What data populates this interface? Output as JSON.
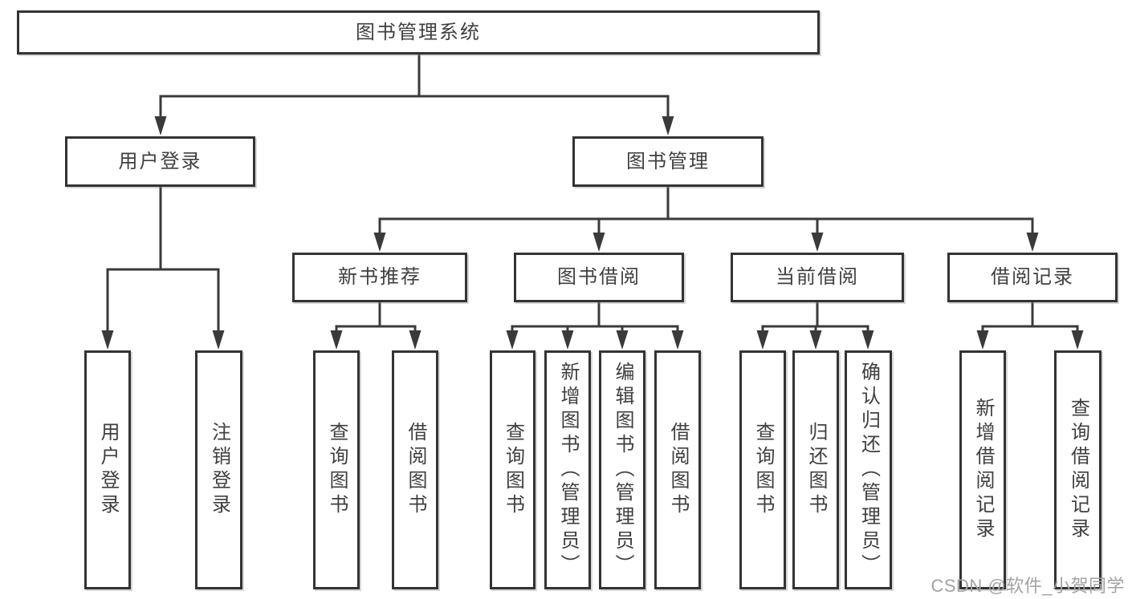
{
  "tree": {
    "label": "图书管理系统",
    "children": [
      {
        "label": "用户登录",
        "children": [
          {
            "label": "用户登录"
          },
          {
            "label": "注销登录"
          }
        ]
      },
      {
        "label": "图书管理",
        "children": [
          {
            "label": "新书推荐",
            "children": [
              {
                "label": "查询图书"
              },
              {
                "label": "借阅图书"
              }
            ]
          },
          {
            "label": "图书借阅",
            "children": [
              {
                "label": "查询图书"
              },
              {
                "label": "新增图书（管理员）"
              },
              {
                "label": "编辑图书（管理员）"
              },
              {
                "label": "借阅图书"
              }
            ]
          },
          {
            "label": "当前借阅",
            "children": [
              {
                "label": "查询图书"
              },
              {
                "label": "归还图书"
              },
              {
                "label": "确认归还（管理员）"
              }
            ]
          },
          {
            "label": "借阅记录",
            "children": [
              {
                "label": "新增借阅记录"
              },
              {
                "label": "查询借阅记录"
              }
            ]
          }
        ]
      }
    ]
  },
  "watermark": {
    "text": "CSDN @软件_小贺同学"
  },
  "colors": {
    "line": "#3a3a3c",
    "box_border": "#333335",
    "text": "#3f3f41",
    "watermark": "#a3a3a3",
    "background": "#ffffff"
  }
}
